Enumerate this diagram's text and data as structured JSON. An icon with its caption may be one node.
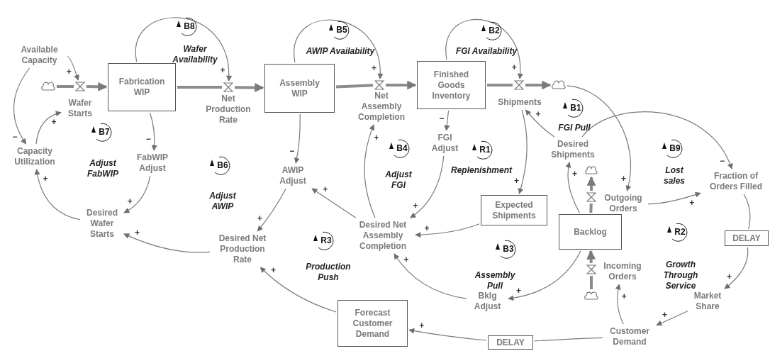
{
  "diagram": {
    "nodes": [
      {
        "text": [
          "Available Capacity"
        ]
      },
      {
        "text": [],
        "shape": "cloud"
      },
      {
        "text": [],
        "shape": "valve"
      },
      {
        "text": [
          "Wafer Starts"
        ]
      },
      {
        "text": [
          "Fabrication WIP"
        ]
      },
      {
        "text": [],
        "shape": "valve"
      },
      {
        "text": [
          "Net Production Rate"
        ]
      },
      {
        "text": [
          "Assembly WIP"
        ]
      },
      {
        "text": [],
        "shape": "valve"
      },
      {
        "text": [
          "Net Assembly Completion"
        ]
      },
      {
        "text": [
          "Finished Goods Inventory"
        ]
      },
      {
        "text": [],
        "shape": "valve"
      },
      {
        "text": [
          "Shipments"
        ]
      },
      {
        "text": [],
        "shape": "cloud"
      },
      {
        "text": [
          "Capacity Utilization"
        ]
      },
      {
        "text": [
          "FabWIP Adjust"
        ]
      },
      {
        "text": [
          "FGI Adjust"
        ]
      },
      {
        "text": [
          "Desired Shipments"
        ]
      },
      {
        "text": [],
        "shape": "cloud"
      },
      {
        "text": [
          "AWIP Adjust"
        ]
      },
      {
        "text": [],
        "shape": "valve"
      },
      {
        "text": [
          "Outgoing Orders"
        ]
      },
      {
        "text": [
          "Fraction of Orders Filled"
        ]
      },
      {
        "text": [
          "Expected Shipments"
        ]
      },
      {
        "text": [
          "Desired Wafer Starts"
        ]
      },
      {
        "text": [
          "Desired Net Assembly Completion"
        ]
      },
      {
        "text": [
          "Backlog"
        ]
      },
      {
        "text": [
          "DELAY"
        ]
      },
      {
        "text": [
          "Desired Net Production Rate"
        ]
      },
      {
        "text": [],
        "shape": "valve"
      },
      {
        "text": [
          "Incoming Orders"
        ]
      },
      {
        "text": [
          "Bklg Adjust"
        ]
      },
      {
        "text": [],
        "shape": "cloud"
      },
      {
        "text": [
          "Market Share"
        ]
      },
      {
        "text": [
          "Forecast Customer Demand"
        ]
      },
      {
        "text": [
          "Customer Demand"
        ]
      },
      {
        "text": [
          "DELAY"
        ]
      }
    ],
    "edges": [
      {
        "from": 1,
        "to": 2,
        "arrow": "none",
        "style": "thick"
      },
      {
        "from": 2,
        "to": 4,
        "arrow": "to",
        "style": "thick"
      },
      {
        "from": 4,
        "to": 5,
        "arrow": "none",
        "style": "thick"
      },
      {
        "from": 5,
        "to": 7,
        "arrow": "to",
        "style": "thick"
      },
      {
        "from": 7,
        "to": 8,
        "arrow": "none",
        "style": "thick"
      },
      {
        "from": 8,
        "to": 10,
        "arrow": "to",
        "style": "thick"
      },
      {
        "from": 10,
        "to": 11,
        "arrow": "none",
        "style": "thick"
      },
      {
        "from": 11,
        "to": 13,
        "arrow": "to",
        "style": "thick"
      },
      {
        "from": 26,
        "to": 20,
        "arrow": "none",
        "style": "thick"
      },
      {
        "from": 20,
        "to": 18,
        "arrow": "to",
        "style": "thick"
      },
      {
        "from": 32,
        "to": 29,
        "arrow": "none",
        "style": "thick"
      },
      {
        "from": 29,
        "to": 26,
        "arrow": "to",
        "style": "thick"
      },
      {
        "from": 0,
        "to": 2,
        "arrow": "to",
        "label": "+"
      },
      {
        "from": 0,
        "to": 14,
        "arrow": "to",
        "label": "−"
      },
      {
        "from": 14,
        "to": 3,
        "arrow": "to",
        "label": "+"
      },
      {
        "from": 4,
        "to": 5,
        "arrow": "to",
        "label": "+"
      },
      {
        "from": 7,
        "to": 8,
        "arrow": "to",
        "label": "+"
      },
      {
        "from": 10,
        "to": 11,
        "arrow": "to",
        "label": "+"
      },
      {
        "from": 4,
        "to": 15,
        "arrow": "to",
        "label": "−"
      },
      {
        "from": 15,
        "to": 24,
        "arrow": "to",
        "label": "+"
      },
      {
        "from": 24,
        "to": 14,
        "arrow": "to",
        "label": "+"
      },
      {
        "from": 7,
        "to": 19,
        "arrow": "to",
        "label": "−"
      },
      {
        "from": 19,
        "to": 28,
        "arrow": "to",
        "label": "+"
      },
      {
        "from": 28,
        "to": 24,
        "arrow": "to",
        "label": "+"
      },
      {
        "from": 10,
        "to": 16,
        "arrow": "to",
        "label": "−"
      },
      {
        "from": 16,
        "to": 25,
        "arrow": "to",
        "label": "+"
      },
      {
        "from": 25,
        "to": 19,
        "arrow": "to",
        "label": "+"
      },
      {
        "from": 25,
        "to": 9,
        "arrow": "to",
        "label": "+"
      },
      {
        "from": 23,
        "to": 25,
        "arrow": "to",
        "label": "+"
      },
      {
        "from": 12,
        "to": 23,
        "arrow": "to",
        "label": "+"
      },
      {
        "from": 17,
        "to": 12,
        "arrow": "to",
        "label": "+"
      },
      {
        "from": 26,
        "to": 17,
        "arrow": "to",
        "label": "+"
      },
      {
        "from": 17,
        "to": 22,
        "arrow": "to",
        "label": "−"
      },
      {
        "from": 13,
        "to": 21,
        "arrow": "to",
        "label": "+"
      },
      {
        "from": 21,
        "to": 22,
        "arrow": "to",
        "label": "+"
      },
      {
        "from": 22,
        "to": 27,
        "arrow": "none"
      },
      {
        "from": 27,
        "to": 33,
        "arrow": "to",
        "label": "+"
      },
      {
        "from": 33,
        "to": 35,
        "arrow": "to",
        "label": "+"
      },
      {
        "from": 35,
        "to": 30,
        "arrow": "to",
        "label": "+"
      },
      {
        "from": 35,
        "to": 36,
        "arrow": "none"
      },
      {
        "from": 36,
        "to": 34,
        "arrow": "to",
        "label": "+"
      },
      {
        "from": 34,
        "to": 28,
        "arrow": "to",
        "label": "+"
      },
      {
        "from": 26,
        "to": 31,
        "arrow": "to",
        "label": "+"
      },
      {
        "from": 31,
        "to": 25,
        "arrow": "to",
        "label": "+"
      }
    ],
    "labels": [
      "B8",
      "B5",
      "B2",
      "Wafer Availability",
      "AWIP Availability",
      "FGI Availability",
      "B1",
      "FGI Pull",
      "B7",
      "B9",
      "B4",
      "R1",
      "B6",
      "Adjust FabWIP",
      "Lost sales",
      "Adjust FGI",
      "Replenishment",
      "Adjust AWIP",
      "R2",
      "R3",
      "B3",
      "Growth Through Service",
      "Production Push",
      "Assembly Pull"
    ]
  }
}
